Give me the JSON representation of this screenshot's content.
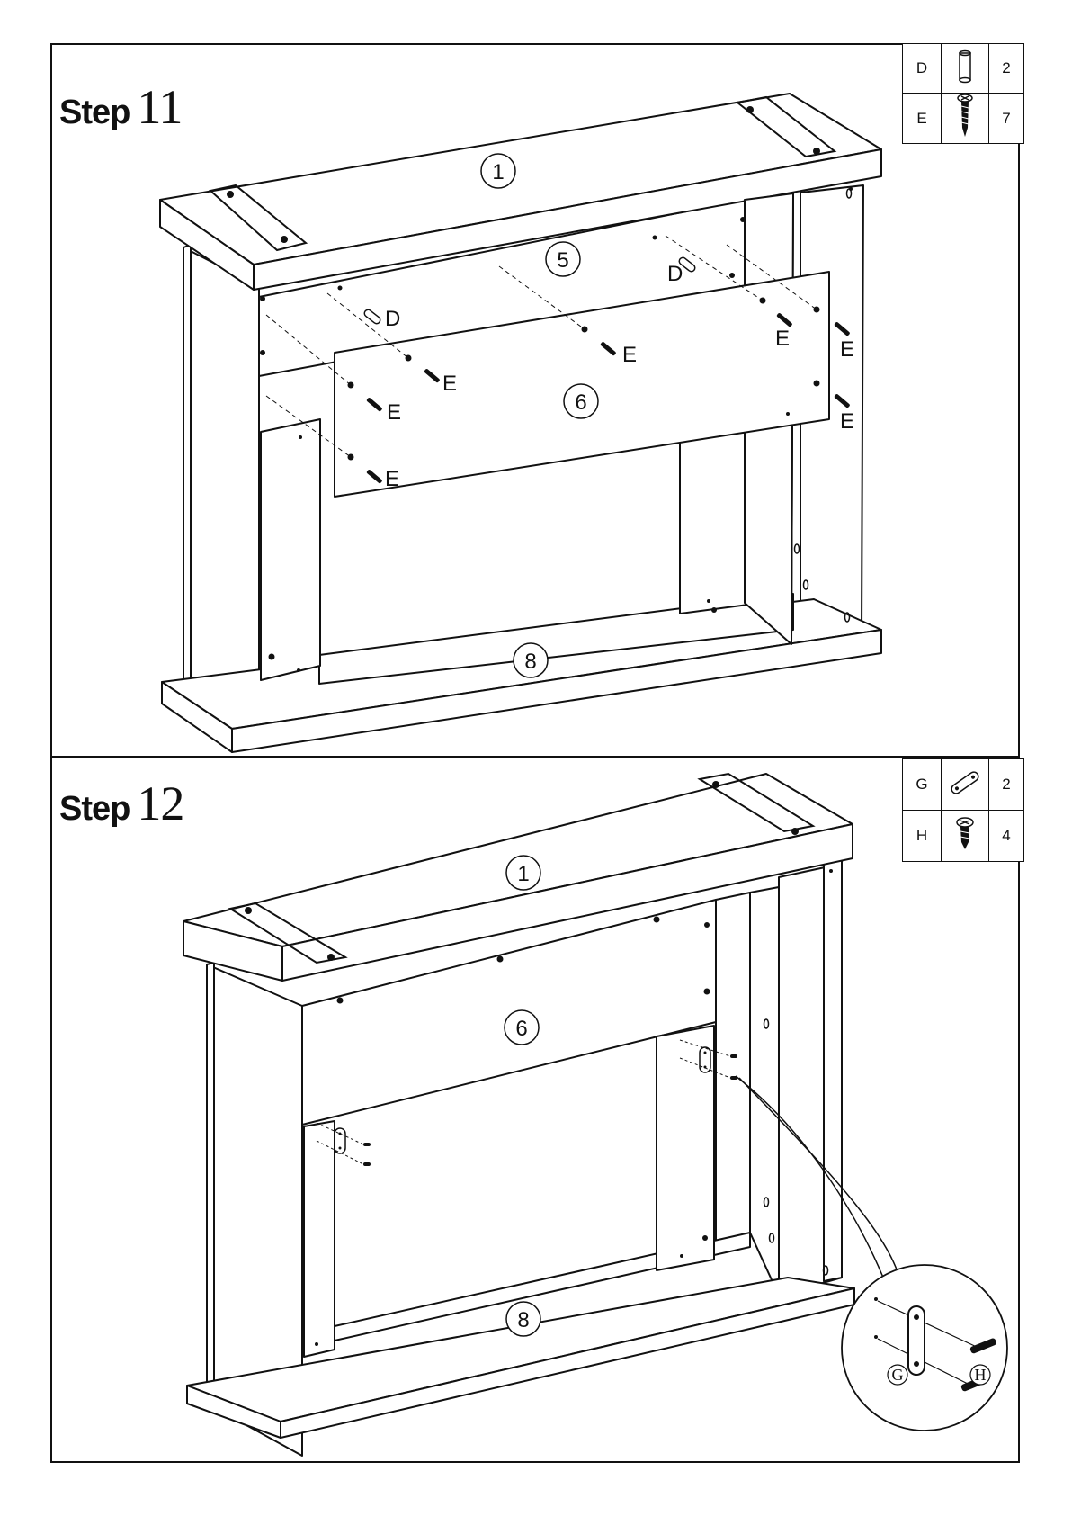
{
  "step11": {
    "title": "Step",
    "number": "11",
    "parts": [
      {
        "letter": "D",
        "icon": "dowel-icon",
        "qty": "2"
      },
      {
        "letter": "E",
        "icon": "screw-icon",
        "qty": "7"
      }
    ],
    "panel_labels": [
      "1",
      "5",
      "6",
      "8"
    ],
    "callouts": {
      "D": "D",
      "E": "E"
    }
  },
  "step12": {
    "title": "Step",
    "number": "12",
    "parts": [
      {
        "letter": "G",
        "icon": "connector-plate-icon",
        "qty": "2"
      },
      {
        "letter": "H",
        "icon": "short-screw-icon",
        "qty": "4"
      }
    ],
    "panel_labels": [
      "1",
      "6",
      "8"
    ],
    "detail_labels": {
      "G": "G",
      "H": "H"
    }
  }
}
